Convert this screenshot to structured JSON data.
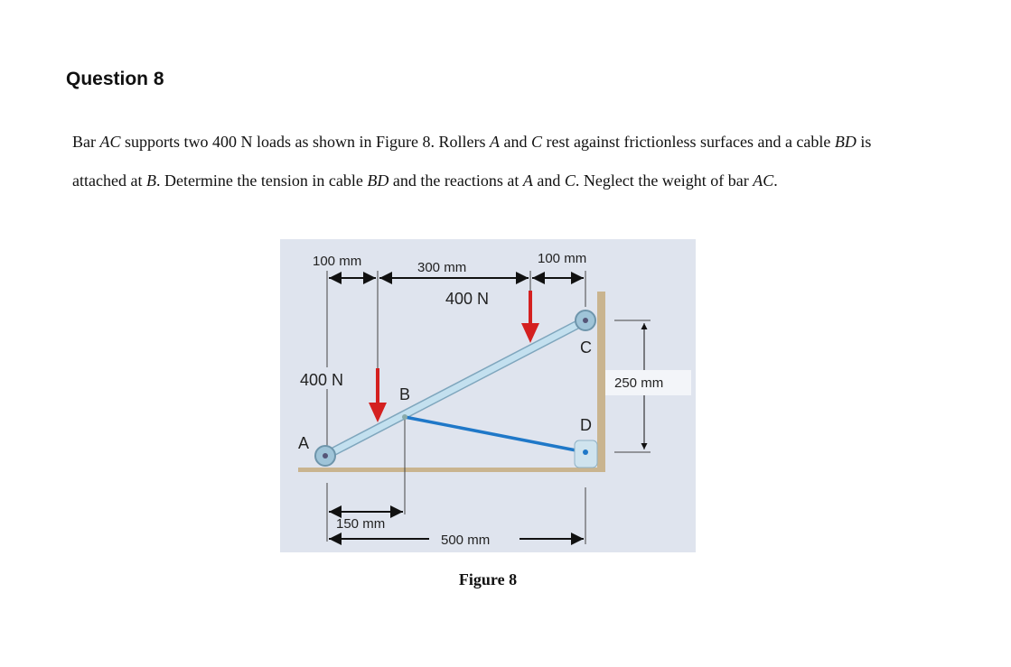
{
  "question_title": "Question 8",
  "paragraph": [
    "Bar ",
    "AC",
    " supports two 400 N loads as shown in Figure 8. Rollers ",
    "A",
    " and ",
    "C",
    " rest against frictionless surfaces and a cable ",
    "BD",
    " is attached at ",
    "B",
    ". Determine the tension in cable ",
    "BD",
    " and the reactions at ",
    "A",
    " and ",
    "C",
    ". Neglect the weight of bar ",
    "AC",
    "."
  ],
  "figure": {
    "caption": "Figure 8",
    "dims": {
      "top_left": "100 mm",
      "top_mid": "300 mm",
      "top_right": "100 mm",
      "height": "250 mm",
      "bottom_b": "150 mm",
      "bottom_total": "500 mm"
    },
    "loads": {
      "left": "400 N",
      "right": "400 N"
    },
    "points": {
      "a": "A",
      "b": "B",
      "c": "C",
      "d": "D"
    },
    "colors": {
      "background": "#dfe4ee",
      "bar": "#b9d9ea",
      "cable": "#1f78c8",
      "load": "#d42020",
      "wall": "#c9b48f"
    }
  }
}
